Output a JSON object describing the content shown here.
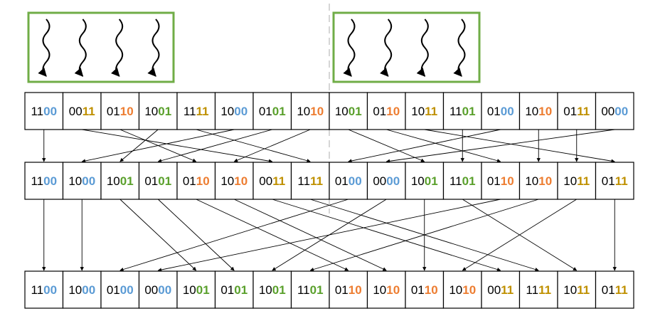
{
  "colors": {
    "outline": "#000000",
    "box_border": "#70ad47",
    "divider": "#c8c8c8",
    "blue": "#5b9bd5",
    "green": "#5aa02c",
    "orange": "#ed7d31",
    "gold": "#bf9000"
  },
  "icons": [
    "wavy-arrow-icon"
  ],
  "rows": [
    {
      "name": "row-1",
      "cells": [
        {
          "prefix": "11",
          "suffix": "00",
          "color": "blue"
        },
        {
          "prefix": "00",
          "suffix": "11",
          "color": "gold"
        },
        {
          "prefix": "01",
          "suffix": "10",
          "color": "orange"
        },
        {
          "prefix": "10",
          "suffix": "01",
          "color": "green"
        },
        {
          "prefix": "11",
          "suffix": "11",
          "color": "gold"
        },
        {
          "prefix": "10",
          "suffix": "00",
          "color": "blue"
        },
        {
          "prefix": "01",
          "suffix": "01",
          "color": "green"
        },
        {
          "prefix": "10",
          "suffix": "10",
          "color": "orange"
        },
        {
          "prefix": "10",
          "suffix": "01",
          "color": "green"
        },
        {
          "prefix": "01",
          "suffix": "10",
          "color": "orange"
        },
        {
          "prefix": "10",
          "suffix": "11",
          "color": "gold"
        },
        {
          "prefix": "11",
          "suffix": "01",
          "color": "green"
        },
        {
          "prefix": "01",
          "suffix": "00",
          "color": "blue"
        },
        {
          "prefix": "10",
          "suffix": "10",
          "color": "orange"
        },
        {
          "prefix": "01",
          "suffix": "11",
          "color": "gold"
        },
        {
          "prefix": "00",
          "suffix": "00",
          "color": "blue"
        }
      ]
    },
    {
      "name": "row-2",
      "cells": [
        {
          "prefix": "11",
          "suffix": "00",
          "color": "blue"
        },
        {
          "prefix": "10",
          "suffix": "00",
          "color": "blue"
        },
        {
          "prefix": "10",
          "suffix": "01",
          "color": "green"
        },
        {
          "prefix": "01",
          "suffix": "01",
          "color": "green"
        },
        {
          "prefix": "01",
          "suffix": "10",
          "color": "orange"
        },
        {
          "prefix": "10",
          "suffix": "10",
          "color": "orange"
        },
        {
          "prefix": "00",
          "suffix": "11",
          "color": "gold"
        },
        {
          "prefix": "11",
          "suffix": "11",
          "color": "gold"
        },
        {
          "prefix": "01",
          "suffix": "00",
          "color": "blue"
        },
        {
          "prefix": "00",
          "suffix": "00",
          "color": "blue"
        },
        {
          "prefix": "10",
          "suffix": "01",
          "color": "green"
        },
        {
          "prefix": "11",
          "suffix": "01",
          "color": "green"
        },
        {
          "prefix": "01",
          "suffix": "10",
          "color": "orange"
        },
        {
          "prefix": "10",
          "suffix": "10",
          "color": "orange"
        },
        {
          "prefix": "10",
          "suffix": "11",
          "color": "gold"
        },
        {
          "prefix": "01",
          "suffix": "11",
          "color": "gold"
        }
      ]
    },
    {
      "name": "row-3",
      "cells": [
        {
          "prefix": "11",
          "suffix": "00",
          "color": "blue"
        },
        {
          "prefix": "10",
          "suffix": "00",
          "color": "blue"
        },
        {
          "prefix": "01",
          "suffix": "00",
          "color": "blue"
        },
        {
          "prefix": "00",
          "suffix": "00",
          "color": "blue"
        },
        {
          "prefix": "10",
          "suffix": "01",
          "color": "green"
        },
        {
          "prefix": "01",
          "suffix": "01",
          "color": "green"
        },
        {
          "prefix": "10",
          "suffix": "01",
          "color": "green"
        },
        {
          "prefix": "11",
          "suffix": "01",
          "color": "green"
        },
        {
          "prefix": "01",
          "suffix": "10",
          "color": "orange"
        },
        {
          "prefix": "10",
          "suffix": "10",
          "color": "orange"
        },
        {
          "prefix": "01",
          "suffix": "10",
          "color": "orange"
        },
        {
          "prefix": "10",
          "suffix": "10",
          "color": "orange"
        },
        {
          "prefix": "00",
          "suffix": "11",
          "color": "gold"
        },
        {
          "prefix": "11",
          "suffix": "11",
          "color": "gold"
        },
        {
          "prefix": "10",
          "suffix": "11",
          "color": "gold"
        },
        {
          "prefix": "01",
          "suffix": "11",
          "color": "gold"
        }
      ]
    }
  ],
  "connections": [
    {
      "from_row": 0,
      "to_row": 1,
      "map": [
        0,
        6,
        4,
        2,
        7,
        1,
        3,
        5,
        10,
        12,
        15,
        11,
        8,
        13,
        14,
        9
      ]
    },
    {
      "from_row": 1,
      "to_row": 2,
      "map": [
        0,
        1,
        4,
        5,
        8,
        9,
        12,
        13,
        2,
        6,
        10,
        14,
        3,
        7,
        11,
        15
      ]
    }
  ],
  "thread_groups": [
    {
      "name": "thread-group-left",
      "arrows": 4
    },
    {
      "name": "thread-group-right",
      "arrows": 4
    }
  ]
}
